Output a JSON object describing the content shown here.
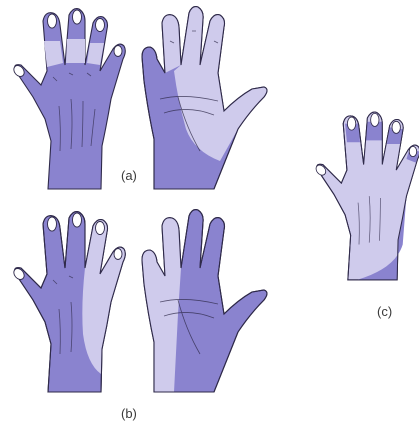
{
  "figure": {
    "captions": {
      "a": "(a)",
      "b": "(b)",
      "c": "(c)"
    }
  },
  "colors": {
    "dark_shade": "#8a83cf",
    "light_shade": "#cfcbec",
    "nail": "#ffffff",
    "outline": "#2f2a4a"
  }
}
